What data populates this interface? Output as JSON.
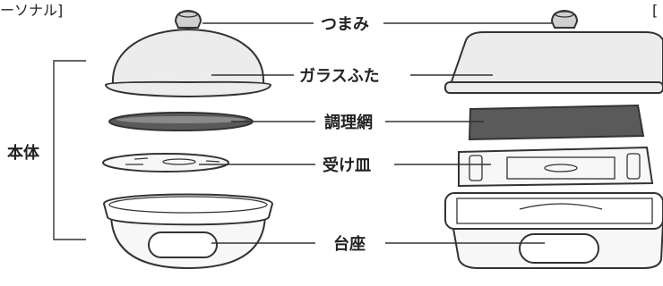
{
  "corner_left": "ーソナル]",
  "corner_right": "[",
  "group_label": "本体",
  "labels": {
    "knob": "つまみ",
    "glass_lid": "ガラスふた",
    "grill_net": "調理網",
    "drip_tray": "受け皿",
    "base": "台座"
  },
  "colors": {
    "outline": "#333333",
    "glass_fill": "#ececec",
    "knob_fill": "#d0d0d0",
    "mesh_fill": "#5a5a5a",
    "base_fill": "#f7f7f7"
  }
}
